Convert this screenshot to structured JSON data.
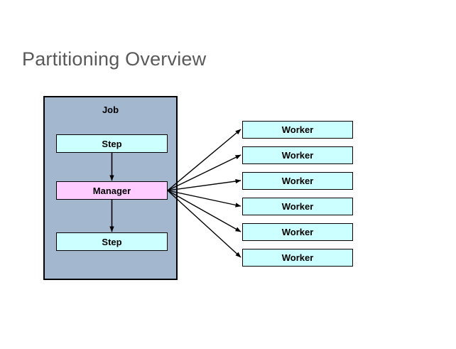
{
  "slide": {
    "title": "Partitioning Overview",
    "background_color": "#ffffff",
    "title_color": "#595959"
  },
  "job_container": {
    "label": "Job",
    "fill_color": "#a3b7cf",
    "border_color": "#000000",
    "steps": [
      {
        "label": "Step",
        "fill_color": "#ccffff"
      },
      {
        "label": "Step",
        "fill_color": "#ccffff"
      }
    ],
    "manager": {
      "label": "Manager",
      "fill_color": "#ffccff"
    }
  },
  "workers": [
    {
      "label": "Worker"
    },
    {
      "label": "Worker"
    },
    {
      "label": "Worker"
    },
    {
      "label": "Worker"
    },
    {
      "label": "Worker"
    },
    {
      "label": "Worker"
    }
  ],
  "worker_style": {
    "fill_color": "#ccffff",
    "border_color": "#000000"
  },
  "connectors": {
    "step_to_manager": {
      "from": "Step",
      "to": "Manager",
      "direction": "down"
    },
    "manager_to_step": {
      "from": "Manager",
      "to": "Step",
      "direction": "down"
    },
    "manager_to_workers": {
      "from": "Manager",
      "to": "Worker",
      "count": 6,
      "style": "fan-out",
      "color": "#000000"
    }
  }
}
